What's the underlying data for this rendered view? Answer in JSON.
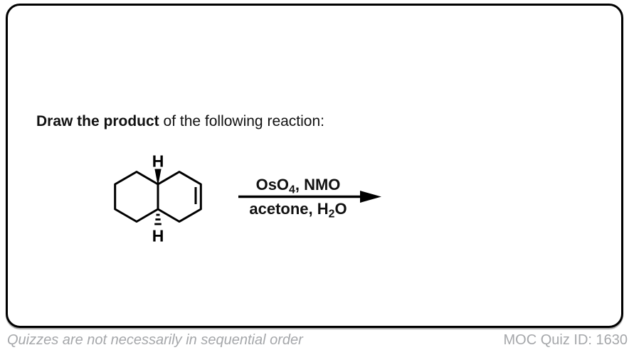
{
  "quiz": {
    "prompt_bold": "Draw the product",
    "prompt_rest": " of the following reaction:",
    "molecule": {
      "top_h_label": "H",
      "bottom_h_label": "H"
    },
    "reagents": {
      "line1_pre": "OsO",
      "line1_sub": "4",
      "line1_post": ", NMO",
      "line2_pre": "acetone, H",
      "line2_sub": "2",
      "line2_post": "O"
    }
  },
  "footer": {
    "left_note": "Quizzes are not necessarily in sequential order",
    "right_id": "MOC Quiz ID: 1630"
  },
  "colors": {
    "border": "#000000",
    "text": "#111111",
    "footer_gray": "#a5a7aa"
  }
}
